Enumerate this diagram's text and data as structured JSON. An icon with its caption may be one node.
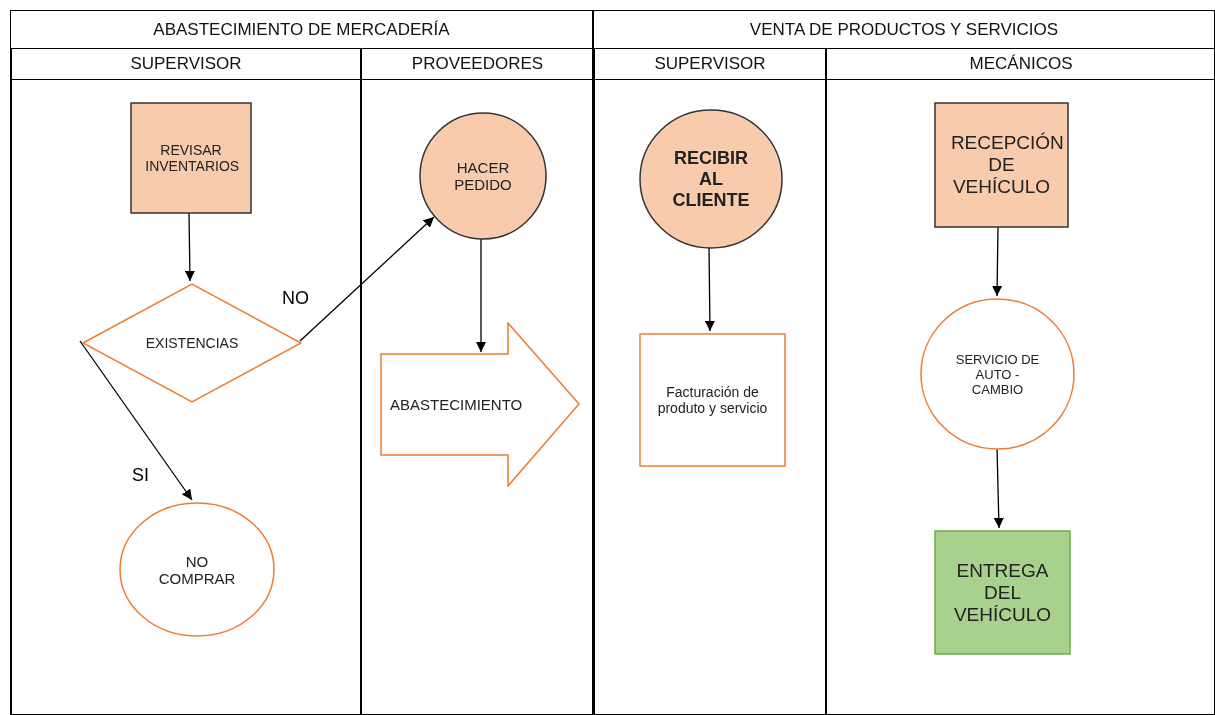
{
  "diagram": {
    "nodes": [
      {
        "text": [
          "ABASTECIMIENTO DE MERCADERÍA"
        ]
      },
      {
        "text": [
          "SUPERVISOR"
        ],
        "in": 0
      },
      {
        "text": [
          "PROVEEDORES"
        ],
        "in": 0
      },
      {
        "text": [
          "VENTA DE PRODUCTOS Y SERVICIOS"
        ]
      },
      {
        "text": [
          "SUPERVISOR"
        ],
        "in": 3
      },
      {
        "text": [
          "MECÁNICOS"
        ],
        "in": 3
      },
      {
        "text": [
          "REVISAR INVENTARIOS"
        ],
        "in": 1
      },
      {
        "text": [
          "EXISTENCIAS"
        ],
        "in": 1
      },
      {
        "text": [
          "NO COMPRAR"
        ],
        "in": 1
      },
      {
        "text": [
          "HACER PEDIDO"
        ],
        "in": 2
      },
      {
        "text": [
          "ABASTECIMIENTO"
        ],
        "in": 2
      },
      {
        "text": [
          "RECIBIR AL CLIENTE"
        ],
        "in": 4
      },
      {
        "text": [
          "Facturación de produto y servicio"
        ],
        "in": 4
      },
      {
        "text": [
          "RECEPCIÓN DE VEHÍCULO"
        ],
        "in": 5
      },
      {
        "text": [
          "SERVICIO DE AUTO - CAMBIO"
        ],
        "in": 5
      },
      {
        "text": [
          "ENTREGA DEL VEHÍCULO"
        ],
        "in": 5
      }
    ],
    "edges": [
      {
        "from": 6,
        "to": 7,
        "arrow": "to"
      },
      {
        "from": 7,
        "to": 9,
        "arrow": "to",
        "label": "NO"
      },
      {
        "from": 7,
        "to": 8,
        "arrow": "to",
        "label": "SI"
      },
      {
        "from": 9,
        "to": 10,
        "arrow": "to"
      },
      {
        "from": 11,
        "to": 12,
        "arrow": "to"
      },
      {
        "from": 13,
        "to": 14,
        "arrow": "to"
      },
      {
        "from": 14,
        "to": 15,
        "arrow": "to"
      }
    ]
  }
}
